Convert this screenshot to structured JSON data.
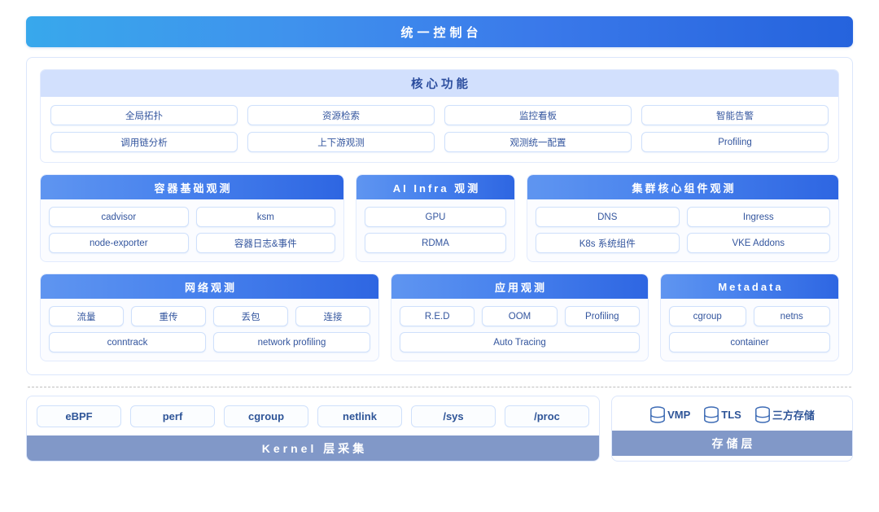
{
  "console": {
    "title": "统一控制台"
  },
  "core": {
    "header": "核心功能",
    "rows": [
      [
        "全局拓扑",
        "资源检索",
        "监控看板",
        "智能告警"
      ],
      [
        "调用链分析",
        "上下游观测",
        "观测统一配置",
        "Profiling"
      ]
    ]
  },
  "groups_row1": [
    {
      "header": "容器基础观测",
      "rows": [
        [
          "cadvisor",
          "ksm"
        ],
        [
          "node-exporter",
          "容器日志&事件"
        ]
      ]
    },
    {
      "header": "AI Infra 观测",
      "rows": [
        [
          "GPU"
        ],
        [
          "RDMA"
        ]
      ]
    },
    {
      "header": "集群核心组件观测",
      "rows": [
        [
          "DNS",
          "Ingress"
        ],
        [
          "K8s 系统组件",
          "VKE Addons"
        ]
      ]
    }
  ],
  "groups_row2": [
    {
      "header": "网络观测",
      "rows": [
        [
          "流量",
          "重传",
          "丢包",
          "连接"
        ],
        [
          "conntrack",
          "network profiling"
        ]
      ]
    },
    {
      "header": "应用观测",
      "rows": [
        [
          "R.E.D",
          "OOM",
          "Profiling"
        ],
        [
          "Auto Tracing"
        ]
      ]
    },
    {
      "header": "Metadata",
      "rows": [
        [
          "cgroup",
          "netns"
        ],
        [
          "container"
        ]
      ]
    }
  ],
  "kernel": {
    "chips": [
      "eBPF",
      "perf",
      "cgroup",
      "netlink",
      "/sys",
      "/proc"
    ],
    "footer": "Kernel 层采集"
  },
  "storage": {
    "items": [
      {
        "icon": "database-icon",
        "label": "VMP"
      },
      {
        "icon": "database-icon",
        "label": "TLS"
      },
      {
        "icon": "database-icon",
        "label": "三方存储"
      }
    ],
    "footer": "存储层"
  },
  "colors": {
    "console_gradient_start": "#38a8ec",
    "console_gradient_end": "#2563dd",
    "group_header_start": "#5f95f0",
    "group_header_end": "#2e66e2",
    "core_header_bg": "#d2e0fd",
    "chip_text": "#33559e",
    "bottom_footer_bg": "#8198c8"
  }
}
